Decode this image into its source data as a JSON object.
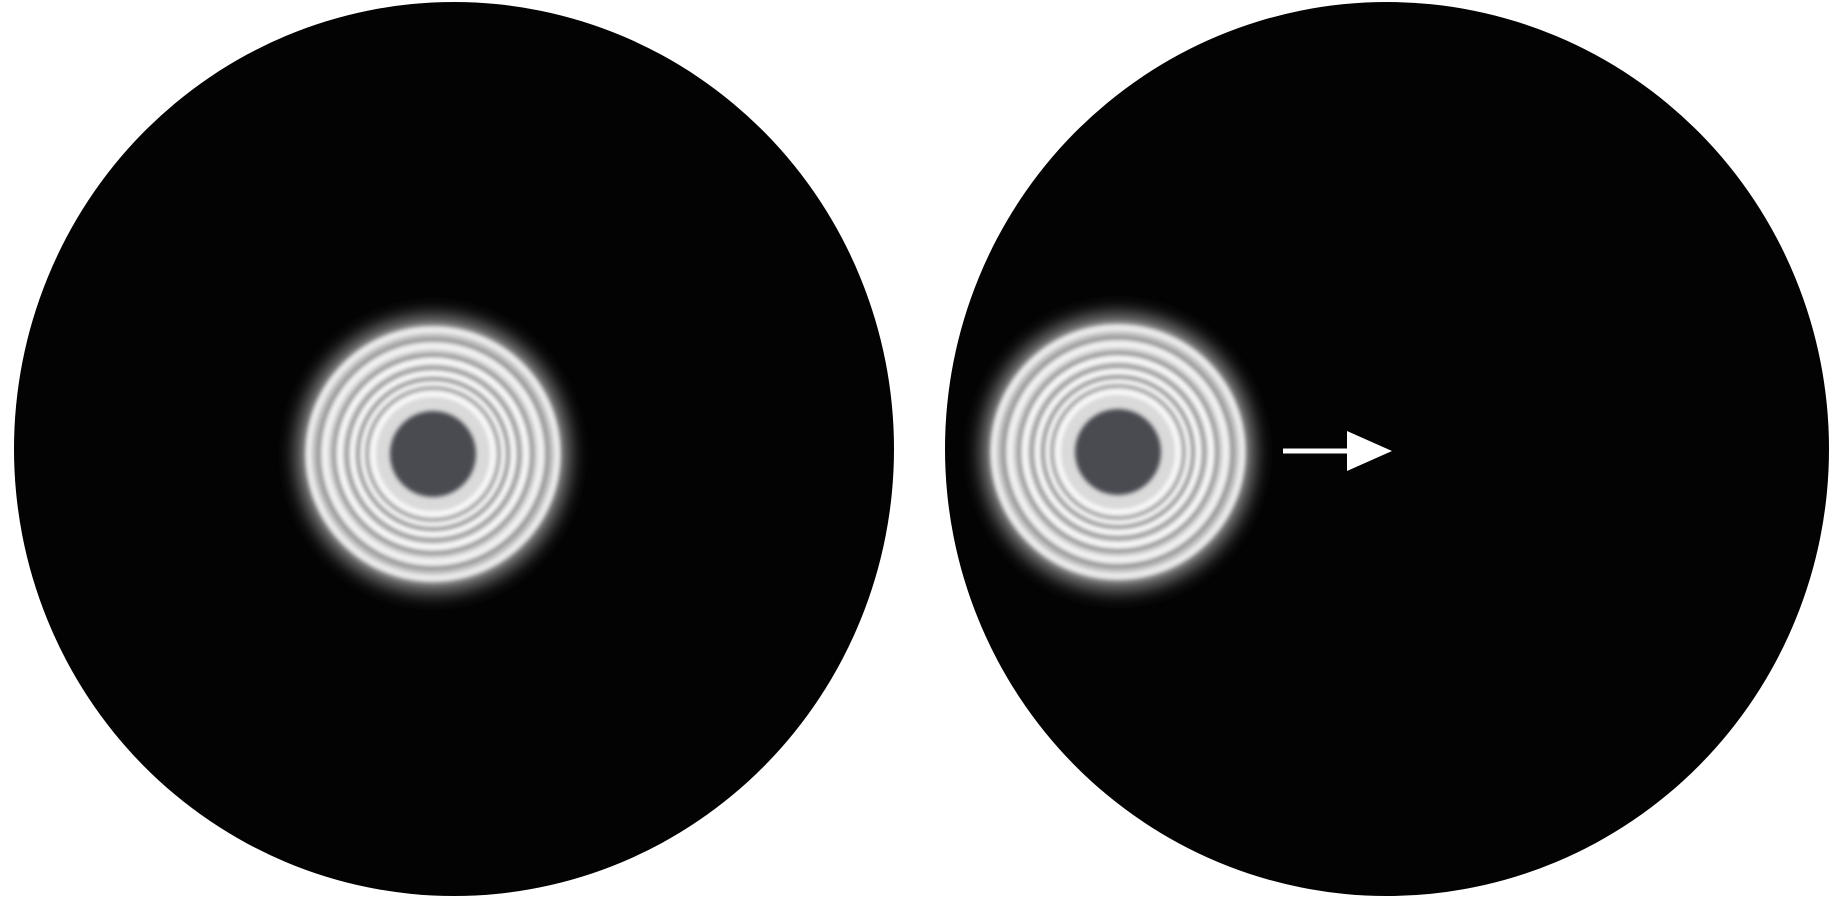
{
  "figure": {
    "panels": [
      {
        "id": "left",
        "description_key": "centered-fringe-pattern",
        "ring_count": 6,
        "arrow": false
      },
      {
        "id": "right",
        "description_key": "shifted-fringe-pattern",
        "ring_count": 6,
        "arrow": true,
        "arrow_direction": "right"
      }
    ],
    "colors": {
      "background": "#ffffff",
      "field": "#030303",
      "halo": "#d9d9d9",
      "ring": "#ffffff",
      "core": "#4a4b51",
      "arrow": "#ffffff"
    }
  }
}
